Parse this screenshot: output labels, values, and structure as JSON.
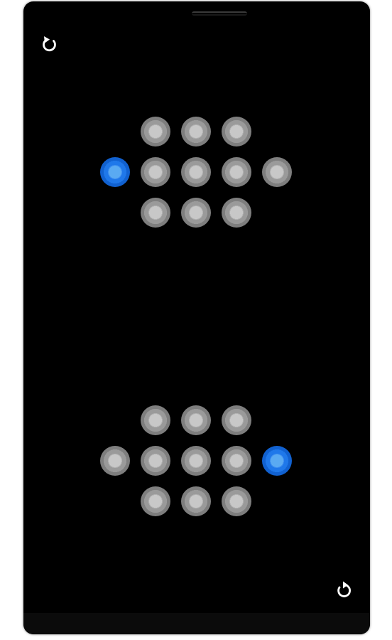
{
  "controls": {
    "rotate_icon": "rotate-clockwise-icon",
    "restart_icon": "restart-icon"
  },
  "colors": {
    "background": "#000000",
    "peg": "#9a9a9a",
    "selected_peg": "#1f78ea"
  },
  "boards": [
    {
      "name": "top-board",
      "rows": [
        [
          0,
          1,
          1,
          1,
          0
        ],
        [
          2,
          1,
          1,
          1,
          1
        ],
        [
          0,
          1,
          1,
          1,
          0
        ]
      ]
    },
    {
      "name": "bottom-board",
      "rows": [
        [
          0,
          1,
          1,
          1,
          0
        ],
        [
          1,
          1,
          1,
          1,
          2
        ],
        [
          0,
          1,
          1,
          1,
          0
        ]
      ]
    }
  ]
}
